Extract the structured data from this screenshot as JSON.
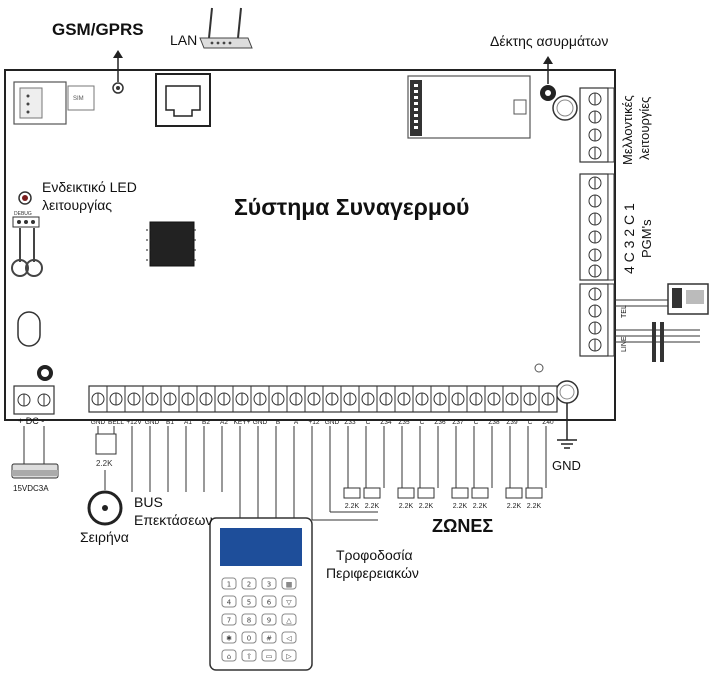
{
  "labels": {
    "gsm": "GSM/GPRS",
    "lan": "LAN",
    "wireless": "Δέκτης ασυρμάτων",
    "future_1": "Μελλοντικές",
    "future_2": "λειτουργίες",
    "led_1": "Ενδεικτικό LED",
    "led_2": "λειτουργίας",
    "title": "Σύστημα Συναγερμού",
    "pgm_numbers": "4  C  3   2  C  1",
    "pgms": "PGM's",
    "tel": "TEL",
    "line": "LINE",
    "sim": "SIM",
    "debug": "DEBUG",
    "dc": "+ DC -",
    "psu": "15VDC3A",
    "gnd": "GND",
    "resistor_bell": "2.2K",
    "bus_1": "BUS",
    "bus_2": "Επεκτάσεων",
    "siren": "Σειρήνα",
    "zones": "ΖΩΝΕΣ",
    "power_1": "Τροφοδοσία",
    "power_2": "Περιφερειακών"
  },
  "terminals": [
    "GND",
    "BELL",
    "+12V",
    "GND",
    "B1",
    "A1",
    "B2",
    "A2",
    "KEY+",
    "GND",
    "B",
    "A",
    "+12",
    "GND",
    "Z33",
    "C",
    "Z34",
    "Z35",
    "C",
    "Z36",
    "Z37",
    "C",
    "Z38",
    "Z39",
    "C",
    "Z40"
  ],
  "zone_resistors": [
    "2.2K",
    "2.2K",
    "2.2K",
    "2.2K",
    "2.2K",
    "2.2K",
    "2.2K",
    "2.2K"
  ],
  "keypad_keys": [
    "1",
    "2",
    "3",
    "▦",
    "4",
    "5",
    "6",
    "▽",
    "7",
    "8",
    "9",
    "△",
    "✱",
    "0",
    "#",
    "◁",
    "⌂",
    "⇧",
    "▭",
    "▷"
  ]
}
